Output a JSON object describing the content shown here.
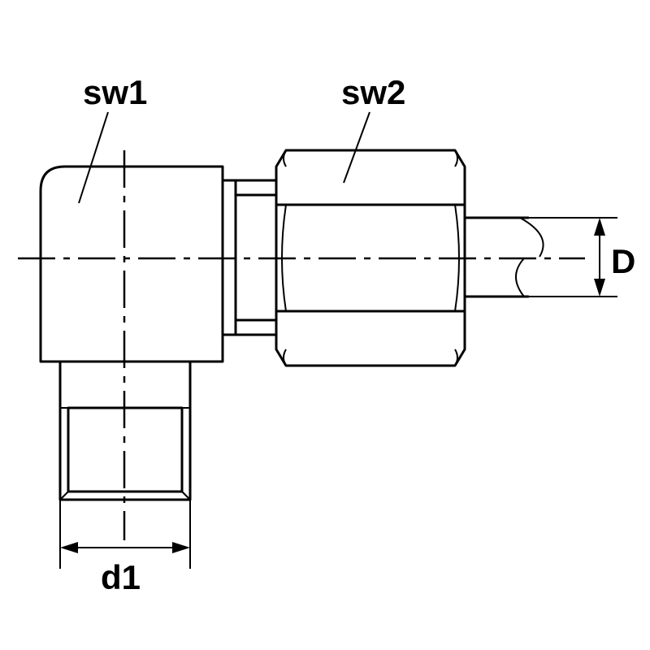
{
  "labels": {
    "sw1": "sw1",
    "sw2": "sw2",
    "D": "D",
    "d1": "d1"
  },
  "colors": {
    "line": "#000000",
    "background": "#ffffff"
  }
}
